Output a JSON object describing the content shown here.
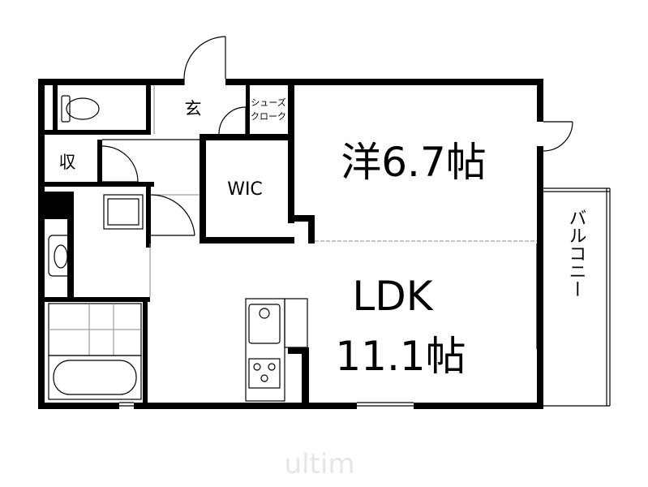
{
  "floor_plan": {
    "rooms": {
      "western": "洋6.7帖",
      "ldk_name": "LDK",
      "ldk_size": "11.1帖",
      "wic": "WIC",
      "entrance": "玄",
      "storage": "収",
      "shoe_line1": "シューズ",
      "shoe_line2": "クローク",
      "balcony": "バルコニー"
    },
    "watermark": "ultim"
  }
}
